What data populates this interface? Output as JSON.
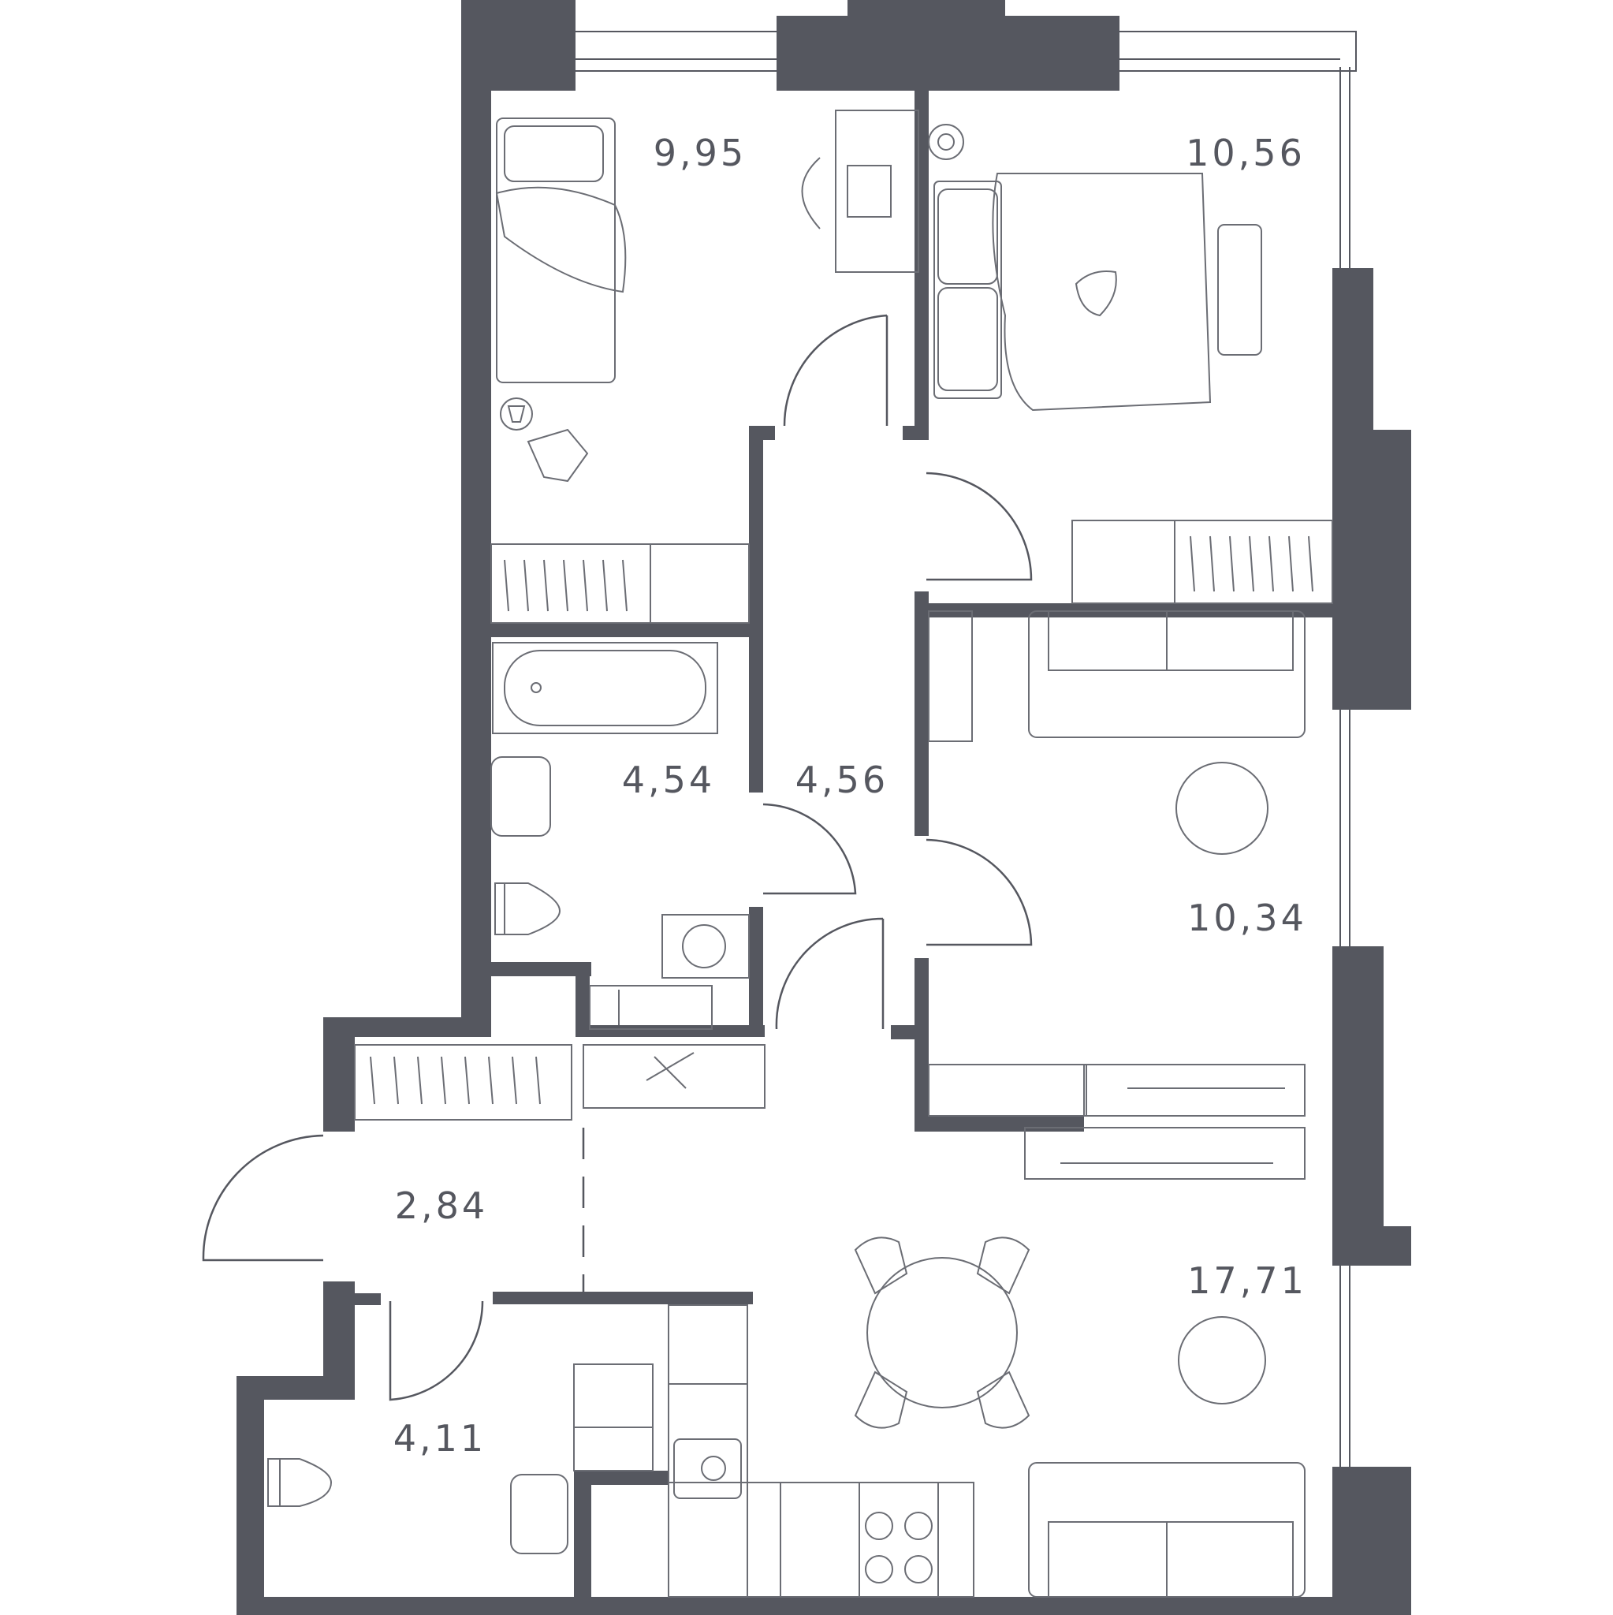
{
  "plan": {
    "wall_color": "#55575f",
    "line_color": "#6b6d74",
    "background": "#ffffff",
    "rooms": [
      {
        "id": "bedroom-1",
        "area": "9,95"
      },
      {
        "id": "bedroom-2",
        "area": "10,56"
      },
      {
        "id": "bathroom",
        "area": "4,54"
      },
      {
        "id": "corridor",
        "area": "4,56"
      },
      {
        "id": "living-room",
        "area": "10,34"
      },
      {
        "id": "hallway",
        "area": "2,84"
      },
      {
        "id": "toilet",
        "area": "4,11"
      },
      {
        "id": "kitchen-living",
        "area": "17,71"
      }
    ]
  }
}
